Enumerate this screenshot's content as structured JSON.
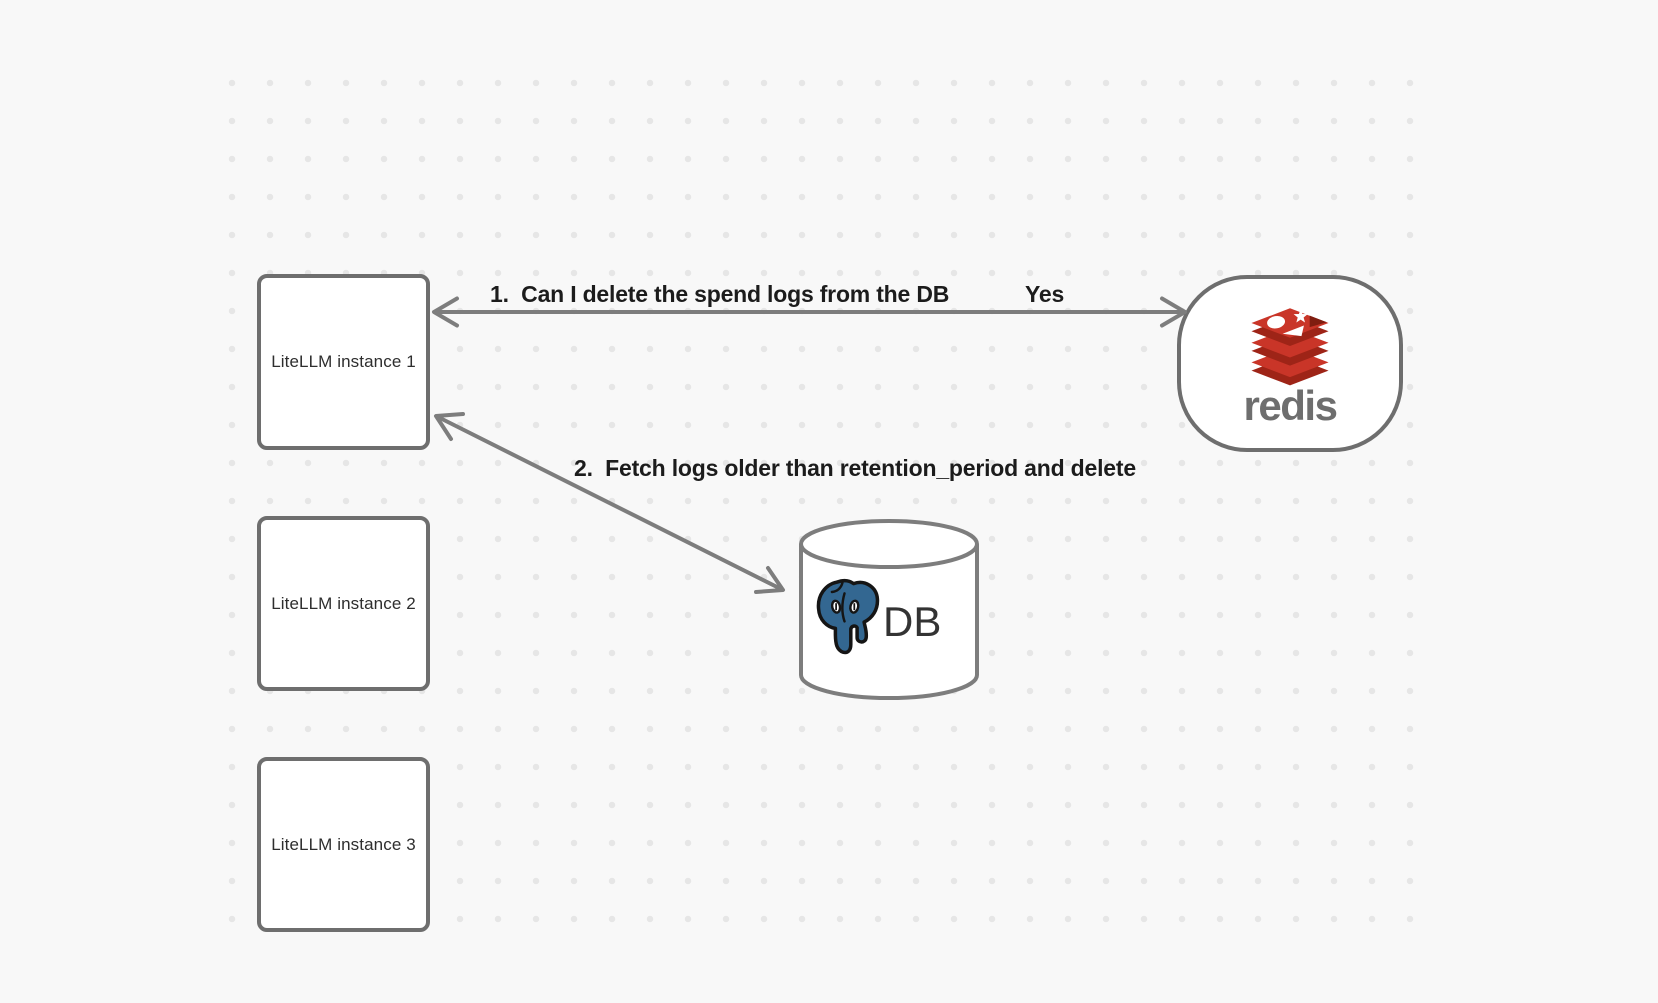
{
  "canvas": {
    "background_color": "#f8f8f8",
    "grid_dot_color": "#e6e6e6",
    "stroke_color": "#757575",
    "label_color": "#1c1c1c"
  },
  "nodes": {
    "instance1": {
      "label": "LiteLLM instance 1"
    },
    "instance2": {
      "label": "LiteLLM instance 2"
    },
    "instance3": {
      "label": "LiteLLM instance 3"
    },
    "redis": {
      "wordmark": "redis",
      "brand_red": "#c93528",
      "brand_red_dark": "#9e2417",
      "wordmark_color": "#6e6e6e"
    },
    "db": {
      "label": "DB",
      "postgres_blue": "#336791"
    }
  },
  "edges": {
    "redis_query": {
      "label": "1.  Can I delete the spend logs from the DB",
      "response": "Yes"
    },
    "db_fetch": {
      "label": "2.  Fetch logs older than retention_period and delete"
    }
  }
}
